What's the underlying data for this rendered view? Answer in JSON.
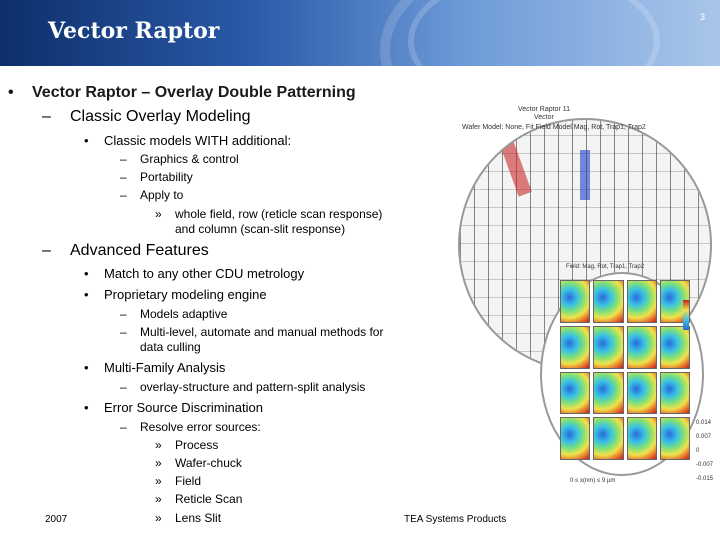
{
  "header": {
    "title": "Vector Raptor",
    "page_number": "3",
    "brand": "TEA Systems"
  },
  "content": {
    "bullet_main": "Vector Raptor – Overlay Double Patterning",
    "classic_heading": "Classic Overlay Modeling",
    "classic_sub": "Classic models WITH additional:",
    "classic_items": [
      "Graphics & control",
      "Portability",
      "Apply to"
    ],
    "apply_to_lines": [
      "whole field, row (reticle scan response)",
      "and column (scan-slit response)"
    ],
    "advanced_heading": "Advanced Features",
    "adv_items": [
      "Match to any other CDU metrology",
      "Proprietary modeling engine"
    ],
    "engine_items": [
      "Models adaptive",
      "Multi-level, automate and manual methods for",
      "data culling"
    ],
    "multifamily": "Multi-Family Analysis",
    "multifamily_sub": "overlay-structure and pattern-split analysis",
    "error_source": "Error Source Discrimination",
    "resolve": "Resolve error sources:",
    "sources": [
      "Process",
      "Wafer-chuck",
      "Field",
      "Reticle Scan",
      "Lens Slit"
    ]
  },
  "figure": {
    "title_lines": [
      "Vector Raptor 11",
      "Vector",
      "Wafer Model: None, Fit Field Model Mag, Rot, Trap1, Trap2"
    ],
    "wafer_caption": "Field: Mag, Rot, Trap1, Trap2",
    "scale_values": [
      "0.014",
      "0.007",
      "0",
      "-0.007",
      "-0.015"
    ],
    "axis_caption": "0 ≤ x(nm) ≤ 9 µm"
  },
  "footer": {
    "year": "2007",
    "company": "TEA Systems Products"
  },
  "colors": {
    "header_dark": "#0d2f6b",
    "header_light": "#a9c6ea"
  }
}
